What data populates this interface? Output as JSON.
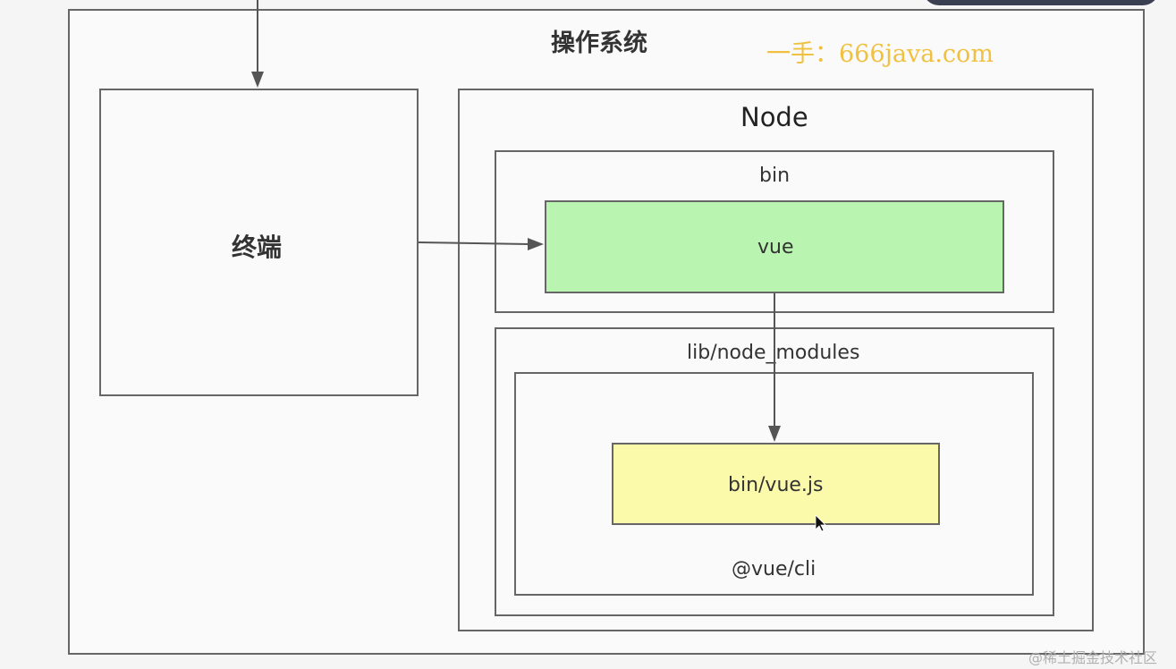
{
  "diagram": {
    "os_title": "操作系统",
    "watermark_top": "一手：666java.com",
    "terminal_label": "终端",
    "node_label": "Node",
    "bin_label": "bin",
    "vue_label": "vue",
    "lib_label": "lib/node_modules",
    "vuejs_label": "bin/vue.js",
    "cli_label": "@vue/cli",
    "watermark_bottom": "@稀土掘金技术社区"
  },
  "colors": {
    "vue_fill": "#b9f5b1",
    "vuejs_fill": "#fbf9aa",
    "watermark_top": "#f0c040",
    "border": "#666666"
  },
  "icons": [
    "arrow-right-icon",
    "arrow-down-icon",
    "mouse-cursor-icon"
  ]
}
